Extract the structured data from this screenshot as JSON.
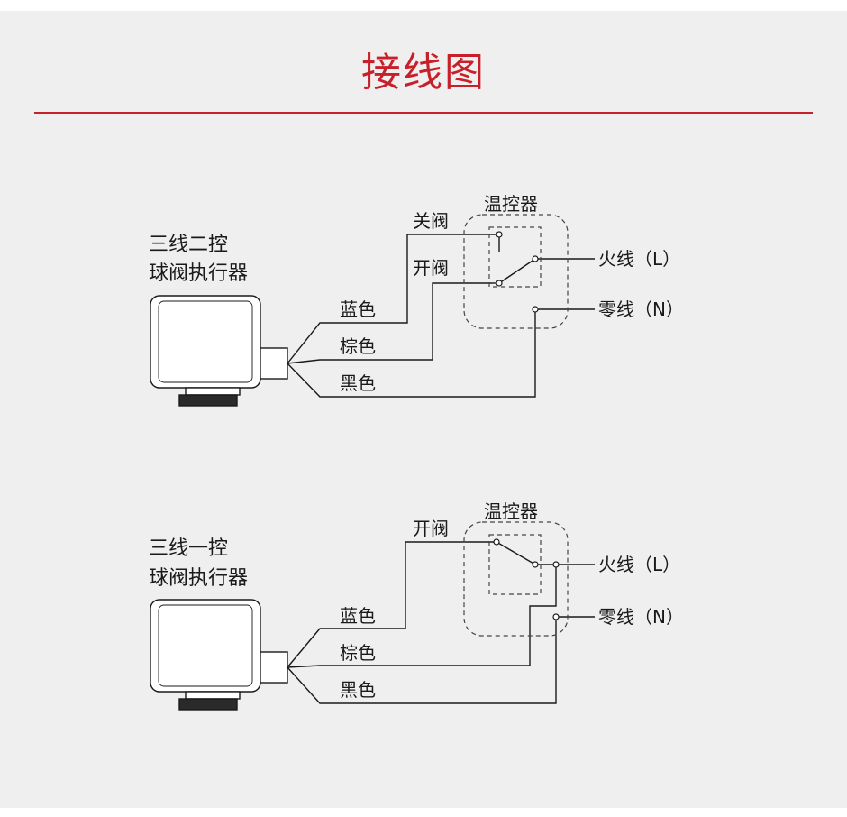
{
  "title": "接线图",
  "colors": {
    "accent": "#c8202a",
    "background": "#efefef",
    "line": "#1a1a1a"
  },
  "diagram1": {
    "actuator_line1": "三线二控",
    "actuator_line2": "球阀执行器",
    "thermostat": "温控器",
    "close_valve": "关阀",
    "open_valve": "开阀",
    "wire_blue": "蓝色",
    "wire_brown": "棕色",
    "wire_black": "黑色",
    "live": "火线（L）",
    "neutral": "零线（N）"
  },
  "diagram2": {
    "actuator_line1": "三线一控",
    "actuator_line2": "球阀执行器",
    "thermostat": "温控器",
    "open_valve": "开阀",
    "wire_blue": "蓝色",
    "wire_brown": "棕色",
    "wire_black": "黑色",
    "live": "火线（L）",
    "neutral": "零线（N）"
  }
}
